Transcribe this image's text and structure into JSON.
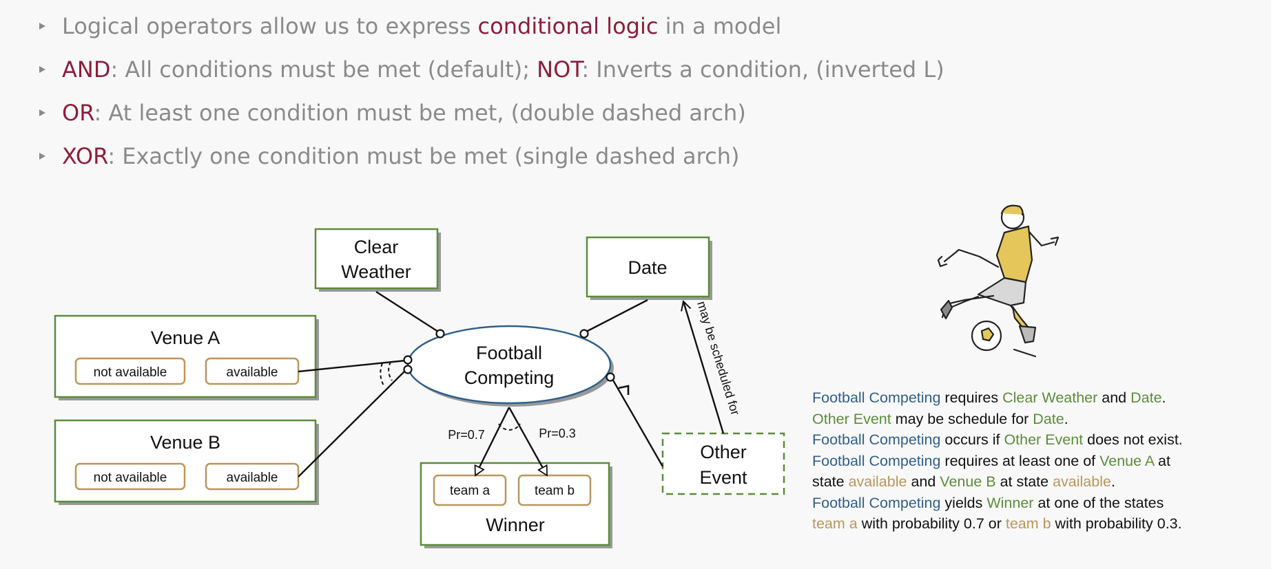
{
  "bullets": [
    {
      "parts": [
        {
          "text": "Logical operators allow us to express ",
          "hl": false
        },
        {
          "text": "conditional logic",
          "hl": true
        },
        {
          "text": " in a model",
          "hl": false
        }
      ]
    },
    {
      "parts": [
        {
          "text": "AND",
          "hl": true
        },
        {
          "text": ": All conditions must be met (default); ",
          "hl": false
        },
        {
          "text": "NOT",
          "hl": true
        },
        {
          "text": ": Inverts a condition, (inverted L)",
          "hl": false
        }
      ]
    },
    {
      "parts": [
        {
          "text": "OR",
          "hl": true
        },
        {
          "text": ": At least one condition must be met, (double dashed arch)",
          "hl": false
        }
      ]
    },
    {
      "parts": [
        {
          "text": "XOR",
          "hl": true
        },
        {
          "text": ": Exactly one condition must be met (single dashed arch)",
          "hl": false
        }
      ]
    }
  ],
  "diagram": {
    "clear_weather": [
      "Clear",
      "Weather"
    ],
    "date": "Date",
    "venue_a": {
      "title": "Venue A",
      "states": [
        "not available",
        "available"
      ]
    },
    "venue_b": {
      "title": "Venue B",
      "states": [
        "not available",
        "available"
      ]
    },
    "process": [
      "Football",
      "Competing"
    ],
    "winner": {
      "title": "Winner",
      "states": [
        "team a",
        "team b"
      ]
    },
    "other_event": [
      "Other",
      "Event"
    ],
    "link_label": "may be scheduled for",
    "pr_a": "Pr=0.7",
    "pr_b": "Pr=0.3"
  },
  "description": [
    [
      {
        "t": "Football Competing",
        "c": "blue"
      },
      {
        "t": " requires ",
        "c": ""
      },
      {
        "t": "Clear Weather",
        "c": "green"
      },
      {
        "t": " and ",
        "c": ""
      },
      {
        "t": "Date",
        "c": "green"
      },
      {
        "t": ".",
        "c": ""
      }
    ],
    [
      {
        "t": "Other Event",
        "c": "green"
      },
      {
        "t": " may be schedule for ",
        "c": ""
      },
      {
        "t": "Date",
        "c": "green"
      },
      {
        "t": ".",
        "c": ""
      }
    ],
    [
      {
        "t": "Football Competing",
        "c": "blue"
      },
      {
        "t": " occurs if ",
        "c": ""
      },
      {
        "t": "Other Event",
        "c": "green"
      },
      {
        "t": " does not exist.",
        "c": ""
      }
    ],
    [
      {
        "t": "Football Competing",
        "c": "blue"
      },
      {
        "t": " requires at least one of ",
        "c": ""
      },
      {
        "t": "Venue A",
        "c": "green"
      },
      {
        "t": " at",
        "c": ""
      }
    ],
    [
      {
        "t": "state ",
        "c": ""
      },
      {
        "t": "available",
        "c": "gold"
      },
      {
        "t": " and ",
        "c": ""
      },
      {
        "t": "Venue B",
        "c": "green"
      },
      {
        "t": " at state ",
        "c": ""
      },
      {
        "t": "available",
        "c": "gold"
      },
      {
        "t": ".",
        "c": ""
      }
    ],
    [
      {
        "t": "Football Competing",
        "c": "blue"
      },
      {
        "t": " yields ",
        "c": ""
      },
      {
        "t": "Winner",
        "c": "green"
      },
      {
        "t": " at one of the states",
        "c": ""
      }
    ],
    [
      {
        "t": "team a",
        "c": "gold"
      },
      {
        "t": " with probability 0.7 or ",
        "c": ""
      },
      {
        "t": "team b",
        "c": "gold"
      },
      {
        "t": " with probability 0.3.",
        "c": ""
      }
    ]
  ]
}
